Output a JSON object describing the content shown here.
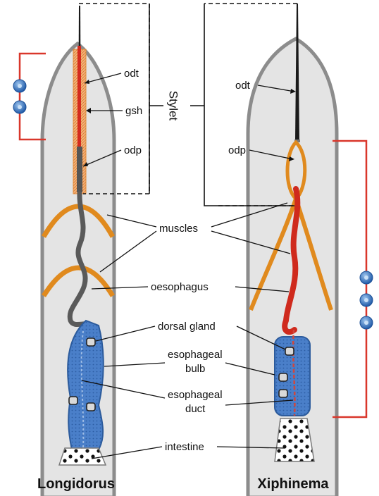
{
  "labels": {
    "odt_left": "odt",
    "gsh": "gsh",
    "odp_left": "odp",
    "stylet": "Stylet",
    "odt_right": "odt",
    "odp_right": "odp",
    "muscles": "muscles",
    "oesophagus": "oesophagus",
    "dorsal_gland": "dorsal gland",
    "esophageal_bulb_1": "esophageal",
    "esophageal_bulb_2": "bulb",
    "esophageal_duct_1": "esophageal",
    "esophageal_duct_2": "duct",
    "intestine": "intestine"
  },
  "titles": {
    "left": "Longidorus",
    "right": "Xiphinema"
  },
  "colors": {
    "body_fill": "#e3e3e3",
    "body_outline": "#8a8a8a",
    "muscle": "#e08a1e",
    "red_structure": "#d42a1e",
    "bulb": "#3f74c0",
    "bracket": "#d9372b"
  }
}
